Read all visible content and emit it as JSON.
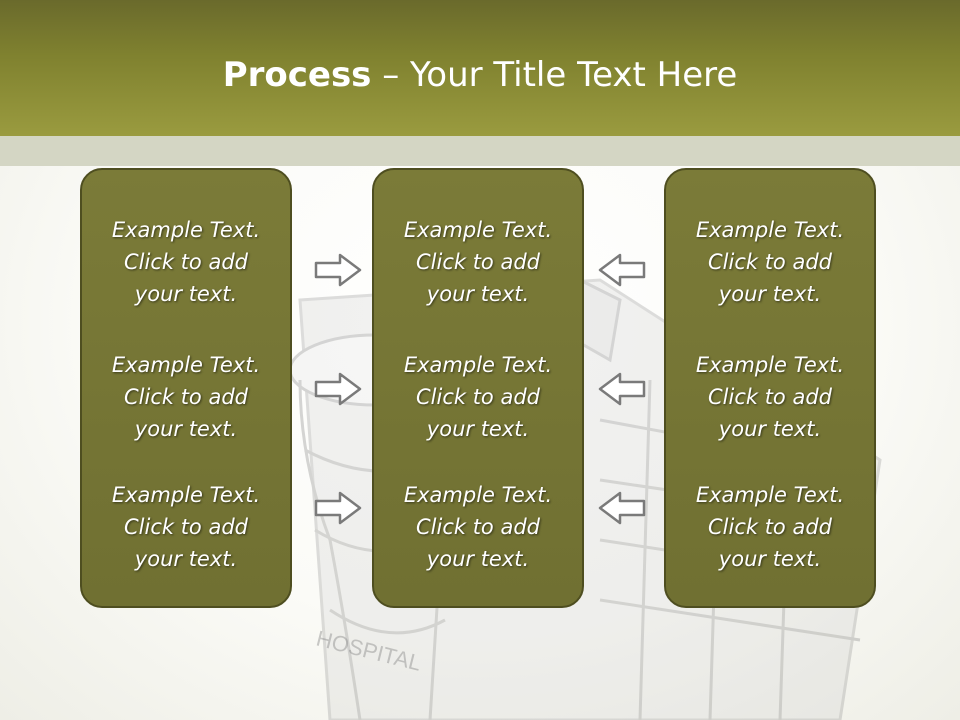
{
  "slide": {
    "title_bold": "Process",
    "title_rest": " – Your Title Text Here",
    "background_label": "HOSPITAL",
    "colors": {
      "header": "#7f812f",
      "box": "#767635",
      "band": "#d4d6c4"
    },
    "columns": [
      {
        "items": [
          "Example Text.\nClick  to add\nyour text.",
          "Example Text.\nClick  to add\nyour text.",
          "Example Text.\nClick  to add\nyour text."
        ]
      },
      {
        "items": [
          "Example Text.\nClick  to add\nyour text.",
          "Example Text.\nClick  to add\nyour text.",
          "Example Text.\nClick  to add\nyour text."
        ]
      },
      {
        "items": [
          "Example Text.\nClick  to add\nyour text.",
          "Example Text.\nClick  to add\nyour text.",
          "Example Text.\nClick  to add\nyour text."
        ]
      }
    ],
    "arrows": {
      "left_set": "right-arrow-icon",
      "right_set": "left-arrow-icon"
    }
  }
}
